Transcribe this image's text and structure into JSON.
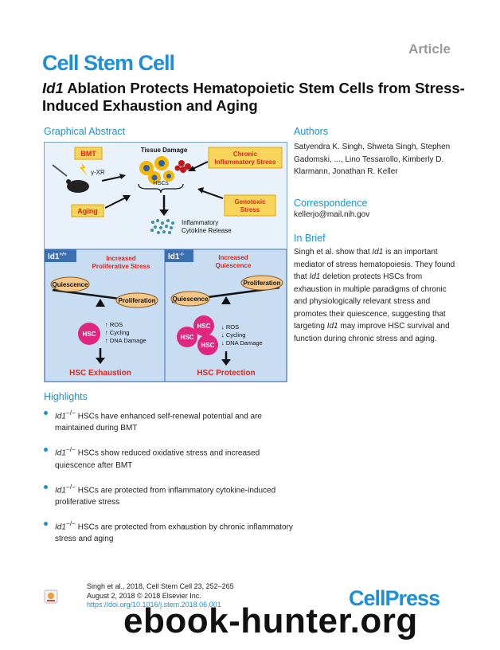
{
  "header": {
    "article_label": "Article",
    "journal": "Cell Stem Cell",
    "title_italic": "Id1",
    "title_rest": " Ablation Protects Hematopoietic Stem Cells from Stress-Induced Exhaustion and Aging"
  },
  "graphical_abstract": {
    "heading": "Graphical Abstract",
    "bmt": "BMT",
    "gamma_xr": "γ-XR",
    "tissue_damage": "Tissue Damage",
    "hscs": "HSCs",
    "chronic_line1": "Chronic",
    "chronic_line2": "Inflammatory Stress",
    "aging": "Aging",
    "genotoxic_line1": "Genotoxic",
    "genotoxic_line2": "Stress",
    "cytokine_line1": "Inflammatory",
    "cytokine_line2": "Cytokine Release",
    "left_panel": {
      "genotype": "Id1",
      "genotype_sup": "+/+",
      "head_line1": "Increased",
      "head_line2": "Proliferative Stress",
      "quiescence": "Quiescence",
      "proliferation": "Proliferation",
      "hsc": "HSC",
      "ros": "ROS",
      "cycling": "Cycling",
      "dna_damage": "DNA Damage",
      "outcome": "HSC Exhaustion"
    },
    "right_panel": {
      "genotype": "Id1",
      "genotype_sup": "-/-",
      "head_line1": "Increased",
      "head_line2": "Quiescence",
      "quiescence": "Quiescence",
      "proliferation": "Proliferation",
      "hsc": "HSC",
      "ros": "ROS",
      "cycling": "Cycling",
      "dna_damage": "DNA Damage",
      "outcome": "HSC Protection"
    },
    "colors": {
      "panel_blue": "#3a6fb3",
      "red_text": "#d6281f",
      "yellow_box": "#f7d45a",
      "oval": "#f4c78b",
      "hsc_pink": "#e0267e"
    }
  },
  "authors": {
    "heading": "Authors",
    "text": "Satyendra K. Singh, Shweta Singh, Stephen Gadomski, ..., Lino Tessarollo, Kimberly D. Klarmann, Jonathan R. Keller"
  },
  "correspondence": {
    "heading": "Correspondence",
    "email": "kellerjo@mail.nih.gov"
  },
  "in_brief": {
    "heading": "In Brief",
    "p1": "Singh et al. show that ",
    "g1": "Id1",
    "p2": " is an important mediator of stress hematopoiesis. They found that ",
    "g2": "Id1",
    "p3": " deletion protects HSCs from exhaustion in multiple paradigms of chronic and physiologically relevant stress and promotes their quiescence, suggesting that targeting ",
    "g3": "Id1",
    "p4": " may improve HSC survival and function during chronic stress and aging."
  },
  "highlights": {
    "heading": "Highlights",
    "gene": "Id1",
    "sup": "−/−",
    "items": [
      " HSCs have enhanced self-renewal potential and are maintained during BMT",
      " HSCs show reduced oxidative stress and increased quiescence after BMT",
      " HSCs are protected from inflammatory cytokine-induced proliferative stress",
      " HSCs are protected from exhaustion by chronic inflammatory stress and aging"
    ]
  },
  "citation": {
    "line1": "Singh et al., 2018, Cell Stem Cell 23, 252–265",
    "line2": "August 2, 2018 © 2018 Elsevier Inc.",
    "doi": "https://doi.org/10.1016/j.stem.2018.06.001"
  },
  "publisher": "CellPress",
  "watermark": "ebook-hunter.org"
}
